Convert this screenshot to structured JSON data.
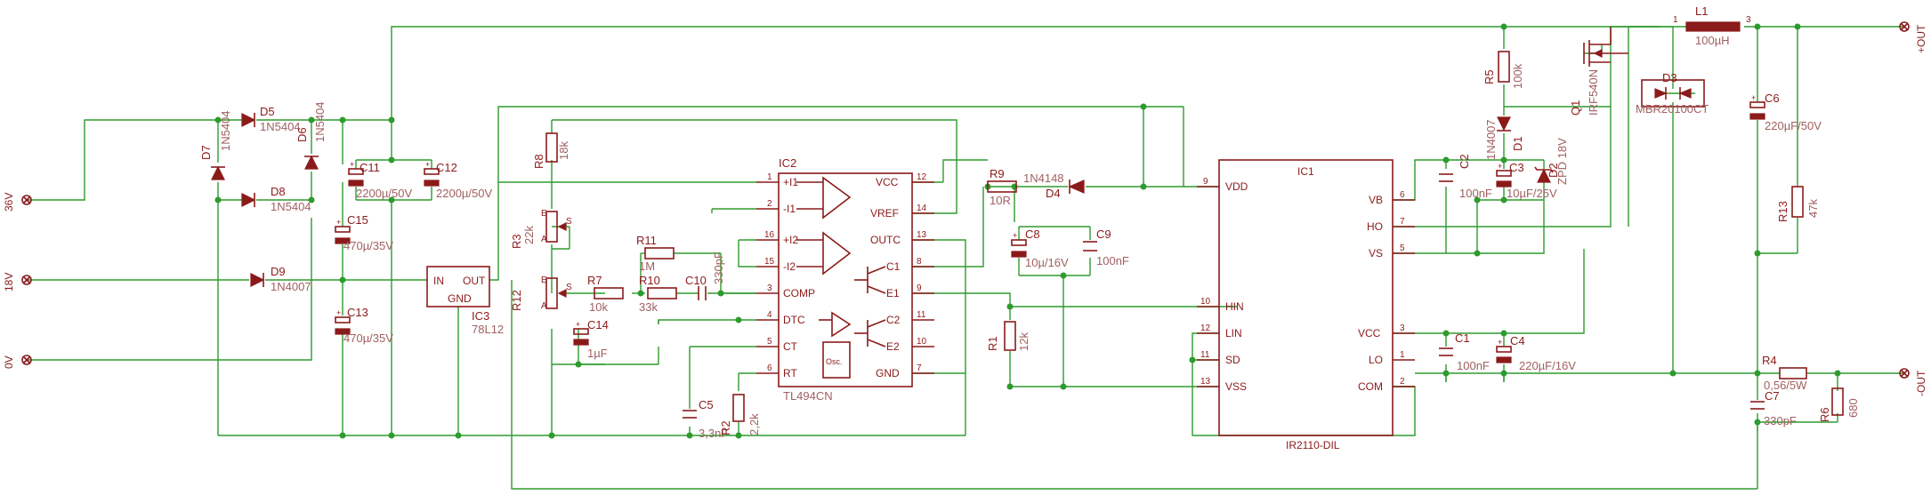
{
  "ports": {
    "v36": "36V",
    "v18": "18V",
    "v0": "0V",
    "out_pos": "+OUT",
    "out_neg": "-OUT"
  },
  "components": {
    "d5": {
      "ref": "D5",
      "value": "1N5404"
    },
    "d6": {
      "ref": "D6",
      "value": "1N5404"
    },
    "d7": {
      "ref": "D7",
      "value": "1N5404"
    },
    "d8": {
      "ref": "D8",
      "value": "1N5404"
    },
    "d9": {
      "ref": "D9",
      "value": "1N4007"
    },
    "c11": {
      "ref": "C11",
      "value": "2200µ/50V"
    },
    "c12": {
      "ref": "C12",
      "value": "2200µ/50V"
    },
    "c15": {
      "ref": "C15",
      "value": "470µ/35V"
    },
    "c13": {
      "ref": "C13",
      "value": "470µ/35V"
    },
    "ic3": {
      "ref": "IC3",
      "value": "78L12",
      "in": "IN",
      "out": "OUT",
      "gnd": "GND"
    },
    "r8": {
      "ref": "R8",
      "value": "18k"
    },
    "r3": {
      "ref": "R3",
      "value": "22k"
    },
    "r12": {
      "ref": "R12"
    },
    "r7": {
      "ref": "R7",
      "value": "10k"
    },
    "r11": {
      "ref": "R11",
      "value": "1M"
    },
    "r10": {
      "ref": "R10",
      "value": "33k"
    },
    "c10": {
      "ref": "C10",
      "value": "330pF"
    },
    "c14": {
      "ref": "C14",
      "value": "1µF"
    },
    "c5": {
      "ref": "C5",
      "value": "3,3nF"
    },
    "r2": {
      "ref": "R2",
      "value": "2,2k"
    },
    "ic2": {
      "ref": "IC2",
      "value": "TL494CN",
      "left_pins": [
        "+I1",
        "-I1",
        "+I2",
        "-I2",
        "COMP",
        "DTC",
        "CT",
        "RT"
      ],
      "left_nums": [
        "1",
        "2",
        "16",
        "15",
        "3",
        "4",
        "5",
        "6"
      ],
      "right_pins": [
        "VCC",
        "VREF",
        "OUTC",
        "C1",
        "E1",
        "C2",
        "E2",
        "GND"
      ],
      "right_nums": [
        "12",
        "14",
        "13",
        "8",
        "9",
        "11",
        "10",
        "7"
      ],
      "osc": "Osc."
    },
    "r9": {
      "ref": "R9",
      "value": "10R"
    },
    "d4": {
      "ref": "D4",
      "value": "1N4148"
    },
    "c8": {
      "ref": "C8",
      "value": "10µ/16V"
    },
    "c9": {
      "ref": "C9",
      "value": "100nF"
    },
    "r1": {
      "ref": "R1",
      "value": "12k"
    },
    "ic1": {
      "ref": "IC1",
      "value": "IR2110-DIL",
      "left_pins": [
        "VDD",
        "HIN",
        "LIN",
        "SD",
        "VSS"
      ],
      "left_nums": [
        "9",
        "10",
        "12",
        "11",
        "13"
      ],
      "right_pins": [
        "VB",
        "HO",
        "VS",
        "VCC",
        "LO",
        "COM"
      ],
      "right_nums": [
        "6",
        "7",
        "5",
        "3",
        "1",
        "2"
      ]
    },
    "r5": {
      "ref": "R5",
      "value": "100k"
    },
    "d1": {
      "ref": "D1",
      "value": "1N4007"
    },
    "c2": {
      "ref": "C2",
      "value": "100nF"
    },
    "c3": {
      "ref": "C3",
      "value": "10µF/25V"
    },
    "d2": {
      "ref": "D2",
      "value": "ZPD 18V"
    },
    "q1": {
      "ref": "Q1",
      "value": "IRF540N"
    },
    "l1": {
      "ref": "L1",
      "value": "100µH",
      "pin1": "1",
      "pin3": "3"
    },
    "d3": {
      "ref": "D3",
      "value": "MBR20100CT"
    },
    "c6": {
      "ref": "C6",
      "value": "220µF/50V"
    },
    "r13": {
      "ref": "R13",
      "value": "47k"
    },
    "c1": {
      "ref": "C1",
      "value": "100nF"
    },
    "c4": {
      "ref": "C4",
      "value": "220µF/16V"
    },
    "r4": {
      "ref": "R4",
      "value": "0,56/5W"
    },
    "c7": {
      "ref": "C7",
      "value": "330pF"
    },
    "r6": {
      "ref": "R6",
      "value": "680"
    },
    "pot": {
      "a": "A",
      "e": "E",
      "s": "S"
    }
  }
}
